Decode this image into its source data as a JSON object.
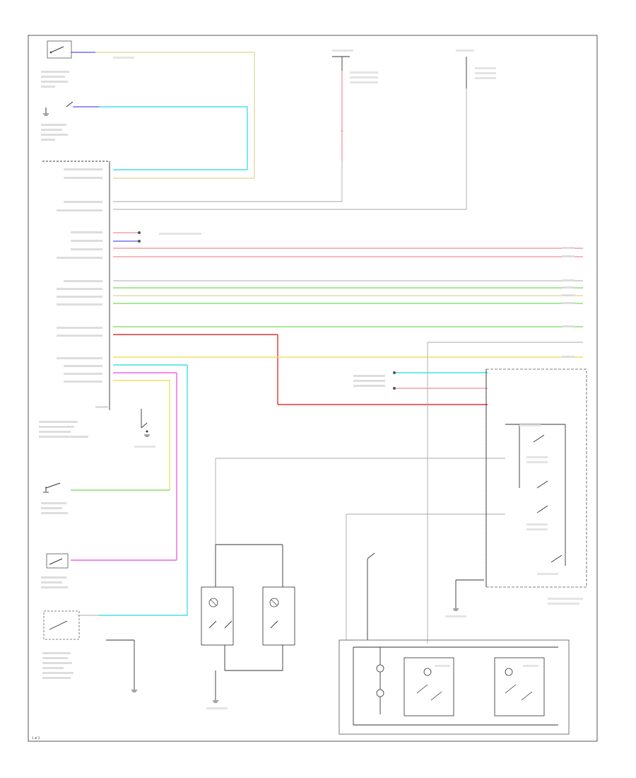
{
  "page_footer": "1 of 2",
  "wire_colors": {
    "blue": "#7070f0",
    "light_blue": "#40e0e8",
    "tan": "#e8d8a0",
    "pink": "#f0a0a8",
    "red": "#e83030",
    "green": "#8ce070",
    "yellow": "#f0e060",
    "magenta": "#f060e8",
    "grey": "#aaaaaa"
  },
  "icons": [
    "switch-symbol",
    "ground-symbol",
    "lamp-symbol",
    "relay-symbol"
  ]
}
